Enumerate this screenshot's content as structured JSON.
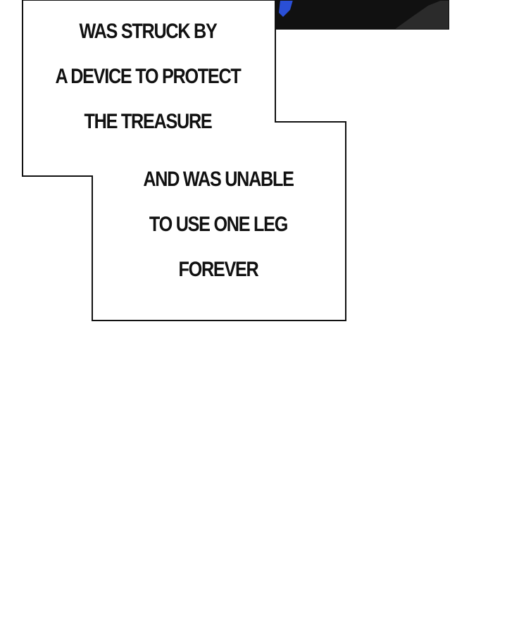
{
  "caption_top": {
    "line1": "WAS STRUCK BY",
    "line2": "A DEVICE TO PROTECT",
    "line3": "THE TREASURE"
  },
  "caption_bottom": {
    "line1": "AND WAS UNABLE",
    "line2": "TO USE ONE LEG",
    "line3": "FOREVER"
  },
  "colors": {
    "panel_dark": "#111111",
    "panel_blue": "#2a4fd6",
    "border": "#111111",
    "box_fill": "#ffffff"
  }
}
